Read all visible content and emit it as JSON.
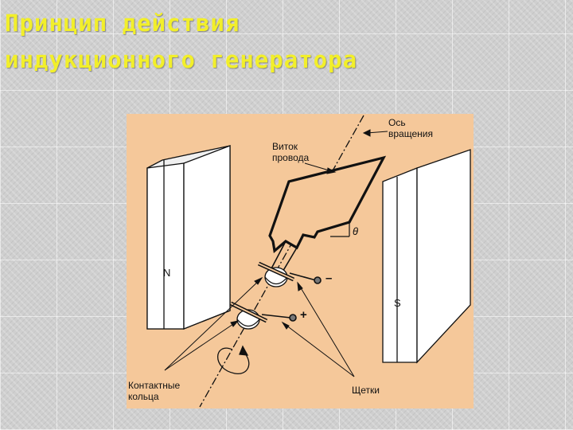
{
  "title": {
    "line1": "Принцип действия",
    "line2": "индукционного генератора"
  },
  "diagram": {
    "axis_label_1": "Ось",
    "axis_label_2": "вращения",
    "coil_label_1": "Виток",
    "coil_label_2": "провода",
    "angle_symbol": "θ",
    "pole_north": "N",
    "pole_south": "S",
    "minus_sign": "–",
    "plus_sign": "+",
    "rings_label_1": "Контактные",
    "rings_label_2": "кольца",
    "brushes_label": "Щетки"
  },
  "colors": {
    "title": "#f2ef2a",
    "figure_background": "#f5c89a",
    "magnet_face": "#ffffff",
    "ink": "#111111"
  }
}
